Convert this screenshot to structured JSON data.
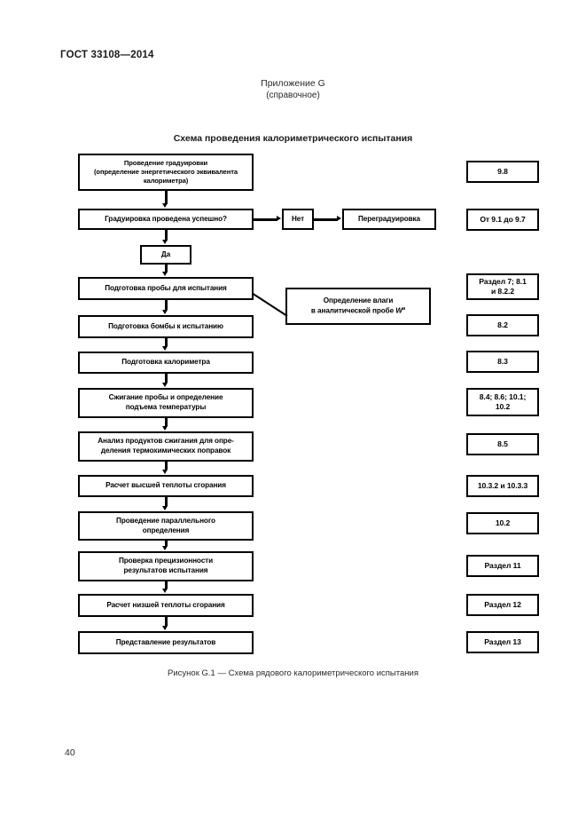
{
  "document": {
    "standard_header": "ГОСТ 33108—2014",
    "appendix_title": "Приложение G",
    "appendix_subtitle": "(справочное)",
    "scheme_title": "Схема проведения калориметрического испытания",
    "figure_caption": "Рисунок G.1 — Схема рядового калориметрического испытания",
    "page_number": "40"
  },
  "flowchart": {
    "main_nodes": [
      {
        "id": "calibration",
        "text": "Проведение градуировки\n(определение энергетического эквивалента\nкалориметра)"
      },
      {
        "id": "calibration-check",
        "text": "Градуировка проведена успешно?"
      },
      {
        "id": "yes",
        "text": "Да"
      },
      {
        "id": "sample-prep",
        "text": "Подготовка пробы для испытания"
      },
      {
        "id": "bomb-prep",
        "text": "Подготовка бомбы к испытанию"
      },
      {
        "id": "calorimeter-prep",
        "text": "Подготовка калориметра"
      },
      {
        "id": "combustion",
        "text": "Сжигание пробы и определение\nподъема температуры"
      },
      {
        "id": "products-analysis",
        "text": "Анализ продуктов сжигания для опре-\nделения термохимических поправок"
      },
      {
        "id": "gross-calc",
        "text": "Расчет высшей теплоты сгорания"
      },
      {
        "id": "parallel-det",
        "text": "Проведение параллельного\nопределения"
      },
      {
        "id": "precision-check",
        "text": "Проверка прецизионности\nрезультатов испытания"
      },
      {
        "id": "net-calc",
        "text": "Расчет низшей теплоты сгорания"
      },
      {
        "id": "report",
        "text": "Представление результатов"
      }
    ],
    "branch_nodes": [
      {
        "id": "no",
        "text": "Нет"
      },
      {
        "id": "recalibration",
        "text": "Переградуировка"
      }
    ],
    "side_node": {
      "id": "moisture",
      "line1": "Определение влаги",
      "line2_prefix": "в аналитической пробе ",
      "symbol": "W",
      "symbol_sup": "a"
    },
    "reference_nodes": [
      {
        "id": "ref-1",
        "text": "9.8"
      },
      {
        "id": "ref-2",
        "text": "От 9.1 до 9.7"
      },
      {
        "id": "ref-3",
        "text": "Раздел 7; 8.1\nи 8.2.2"
      },
      {
        "id": "ref-4",
        "text": "8.2"
      },
      {
        "id": "ref-5",
        "text": "8.3"
      },
      {
        "id": "ref-6",
        "text": "8.4; 8.6; 10.1;\n10.2"
      },
      {
        "id": "ref-7",
        "text": "8.5"
      },
      {
        "id": "ref-8",
        "text": "10.3.2 и 10.3.3"
      },
      {
        "id": "ref-9",
        "text": "10.2"
      },
      {
        "id": "ref-10",
        "text": "Раздел 11"
      },
      {
        "id": "ref-11",
        "text": "Раздел 12"
      },
      {
        "id": "ref-12",
        "text": "Раздел 13"
      }
    ]
  },
  "colors": {
    "page_background": "#ffffff",
    "stroke": "#000000",
    "text": "#1a1a1a"
  }
}
